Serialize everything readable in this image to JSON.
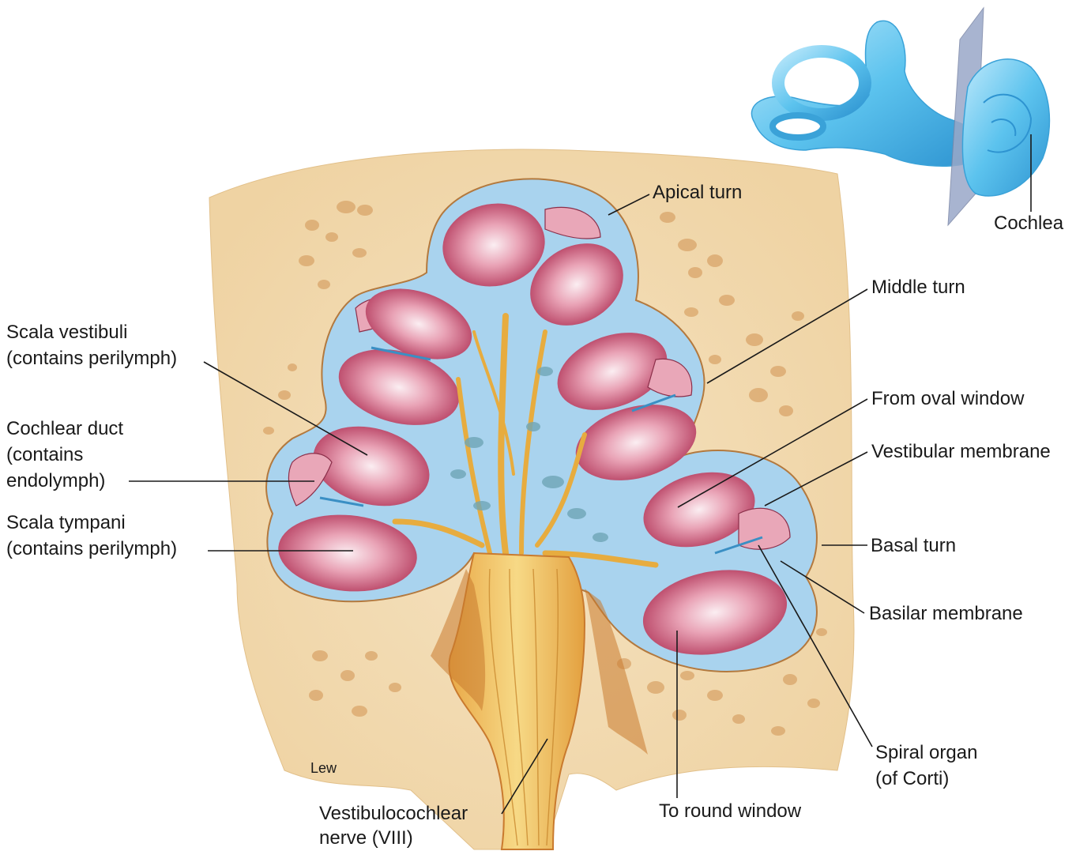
{
  "labels": {
    "apical_turn": "Apical turn",
    "cochlea": "Cochlea",
    "middle_turn": "Middle turn",
    "scala_vestibuli_1": "Scala vestibuli",
    "scala_vestibuli_2": "(contains perilymph)",
    "from_oval_window": "From oval window",
    "cochlear_duct_1": "Cochlear duct",
    "cochlear_duct_2": "(contains",
    "cochlear_duct_3": "endolymph)",
    "vestibular_membrane": "Vestibular membrane",
    "scala_tympani_1": "Scala tympani",
    "scala_tympani_2": "(contains perilymph)",
    "basal_turn": "Basal turn",
    "basilar_membrane": "Basilar membrane",
    "spiral_organ_1": "Spiral organ",
    "spiral_organ_2": "(of Corti)",
    "vestibulocochlear_1": "Vestibulocochlear",
    "vestibulocochlear_2": "nerve (VIII)",
    "to_round_window": "To round window",
    "artist_signature": "Lew"
  },
  "colors": {
    "bone": "#f1d9b0",
    "bone_speck": "#d9a56a",
    "perilymph_blue": "#a9d3ee",
    "chamber_pink": "#c8506f",
    "chamber_light": "#f7dbe3",
    "duct_pink": "#e9a7b8",
    "nerve_yellow": "#f2c25a",
    "nerve_brown": "#c97a2e",
    "inset_blue": "#5cc3ee",
    "plane_gray": "#9aa8c8"
  }
}
